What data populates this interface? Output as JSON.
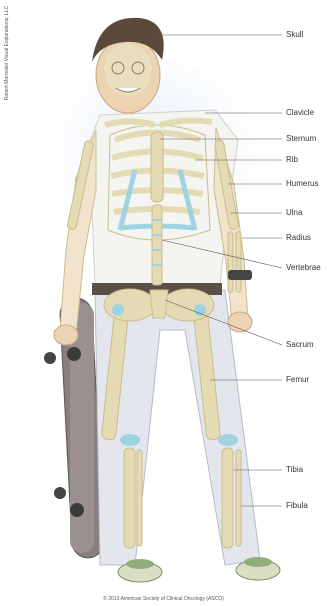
{
  "diagram": {
    "labels": [
      {
        "id": "skull",
        "text": "Skull"
      },
      {
        "id": "clavicle",
        "text": "Clavicle"
      },
      {
        "id": "sternum",
        "text": "Sternum"
      },
      {
        "id": "rib",
        "text": "Rib"
      },
      {
        "id": "humerus",
        "text": "Humerus"
      },
      {
        "id": "ulna",
        "text": "Ulna"
      },
      {
        "id": "radius",
        "text": "Radius"
      },
      {
        "id": "vertebrae",
        "text": "Vertebrae"
      },
      {
        "id": "sacrum",
        "text": "Sacrum"
      },
      {
        "id": "femur",
        "text": "Femur"
      },
      {
        "id": "tibia",
        "text": "Tibia"
      },
      {
        "id": "fibula",
        "text": "Fibula"
      }
    ],
    "side_credit": "Robert Morreale/ Visual Explanations, LLC",
    "copyright": "© 2013 American Society of Clinical Oncology (ASCO)"
  },
  "colors": {
    "bone": "#e4dbb4",
    "bone_stroke": "#c9bd8c",
    "cartilage": "#9fd3e2",
    "shirt": "#f4f4f1",
    "jeans": "#dfe3ea",
    "skin": "#ecd3b3",
    "hair": "#5a4a3c",
    "leader": "#555555"
  }
}
